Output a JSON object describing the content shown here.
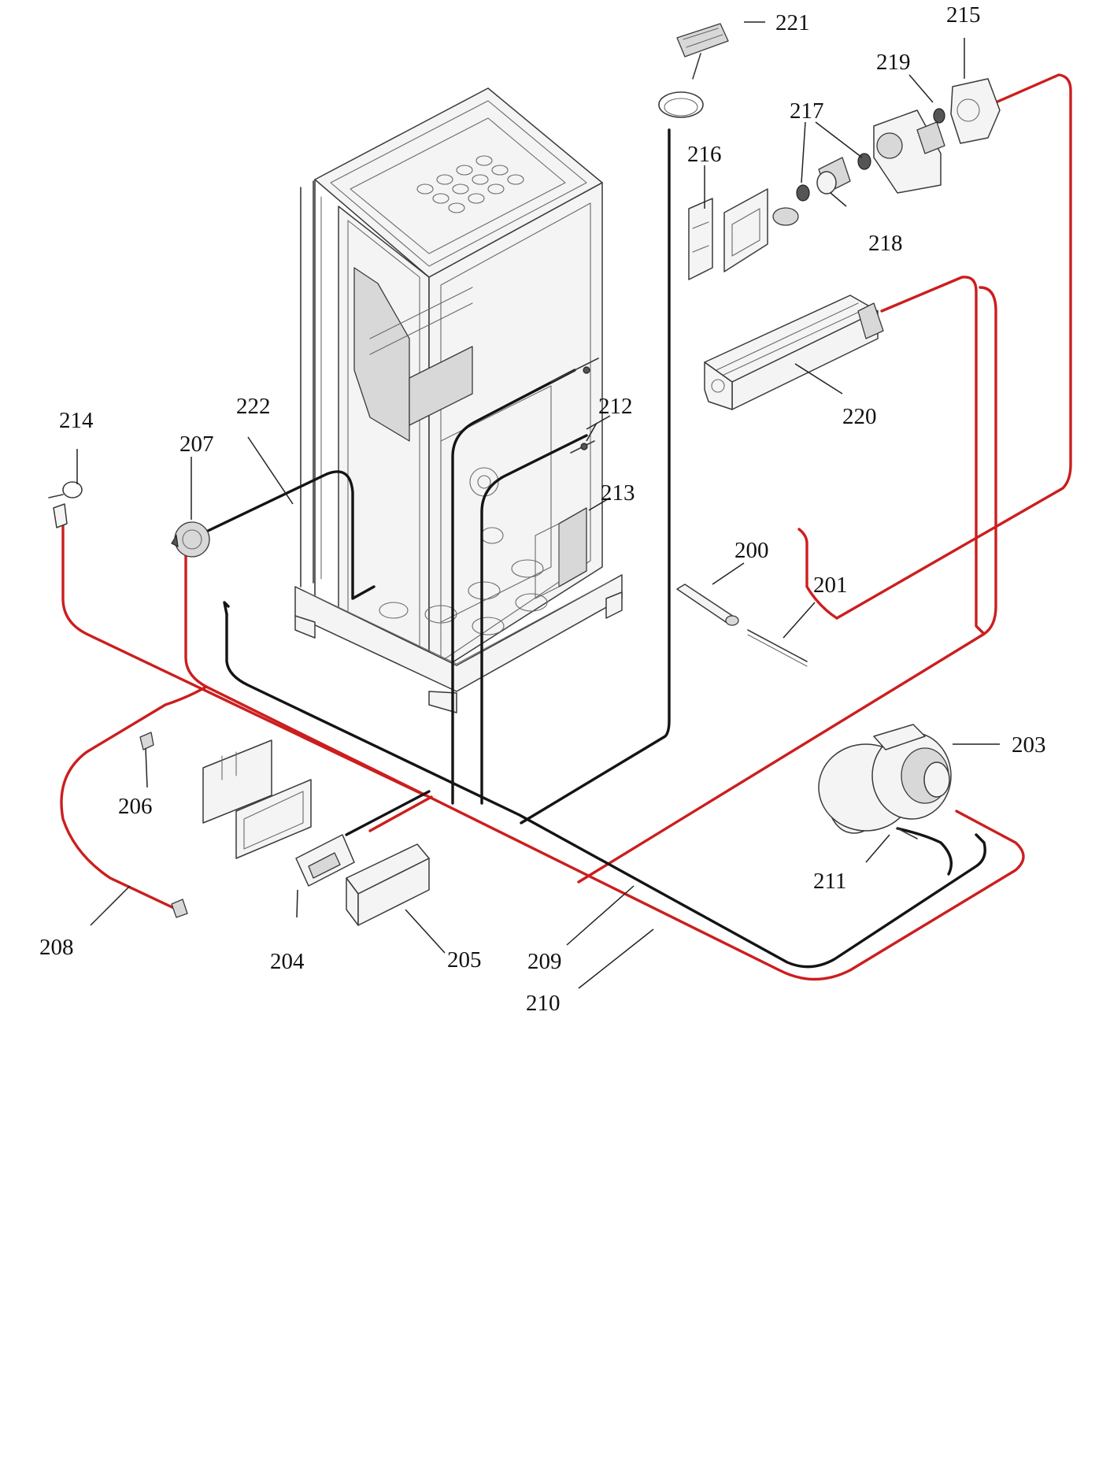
{
  "colors": {
    "red_wire": "#cc1e1e",
    "black_wire": "#141414",
    "outline": "#3a3a3a"
  },
  "callouts": {
    "c200": "200",
    "c201": "201",
    "c203": "203",
    "c204": "204",
    "c205": "205",
    "c206": "206",
    "c207": "207",
    "c208": "208",
    "c209": "209",
    "c210": "210",
    "c211": "211",
    "c212": "212",
    "c213": "213",
    "c214": "214",
    "c215": "215",
    "c216": "216",
    "c217": "217",
    "c218": "218",
    "c219": "219",
    "c220": "220",
    "c221": "221",
    "c222": "222"
  }
}
